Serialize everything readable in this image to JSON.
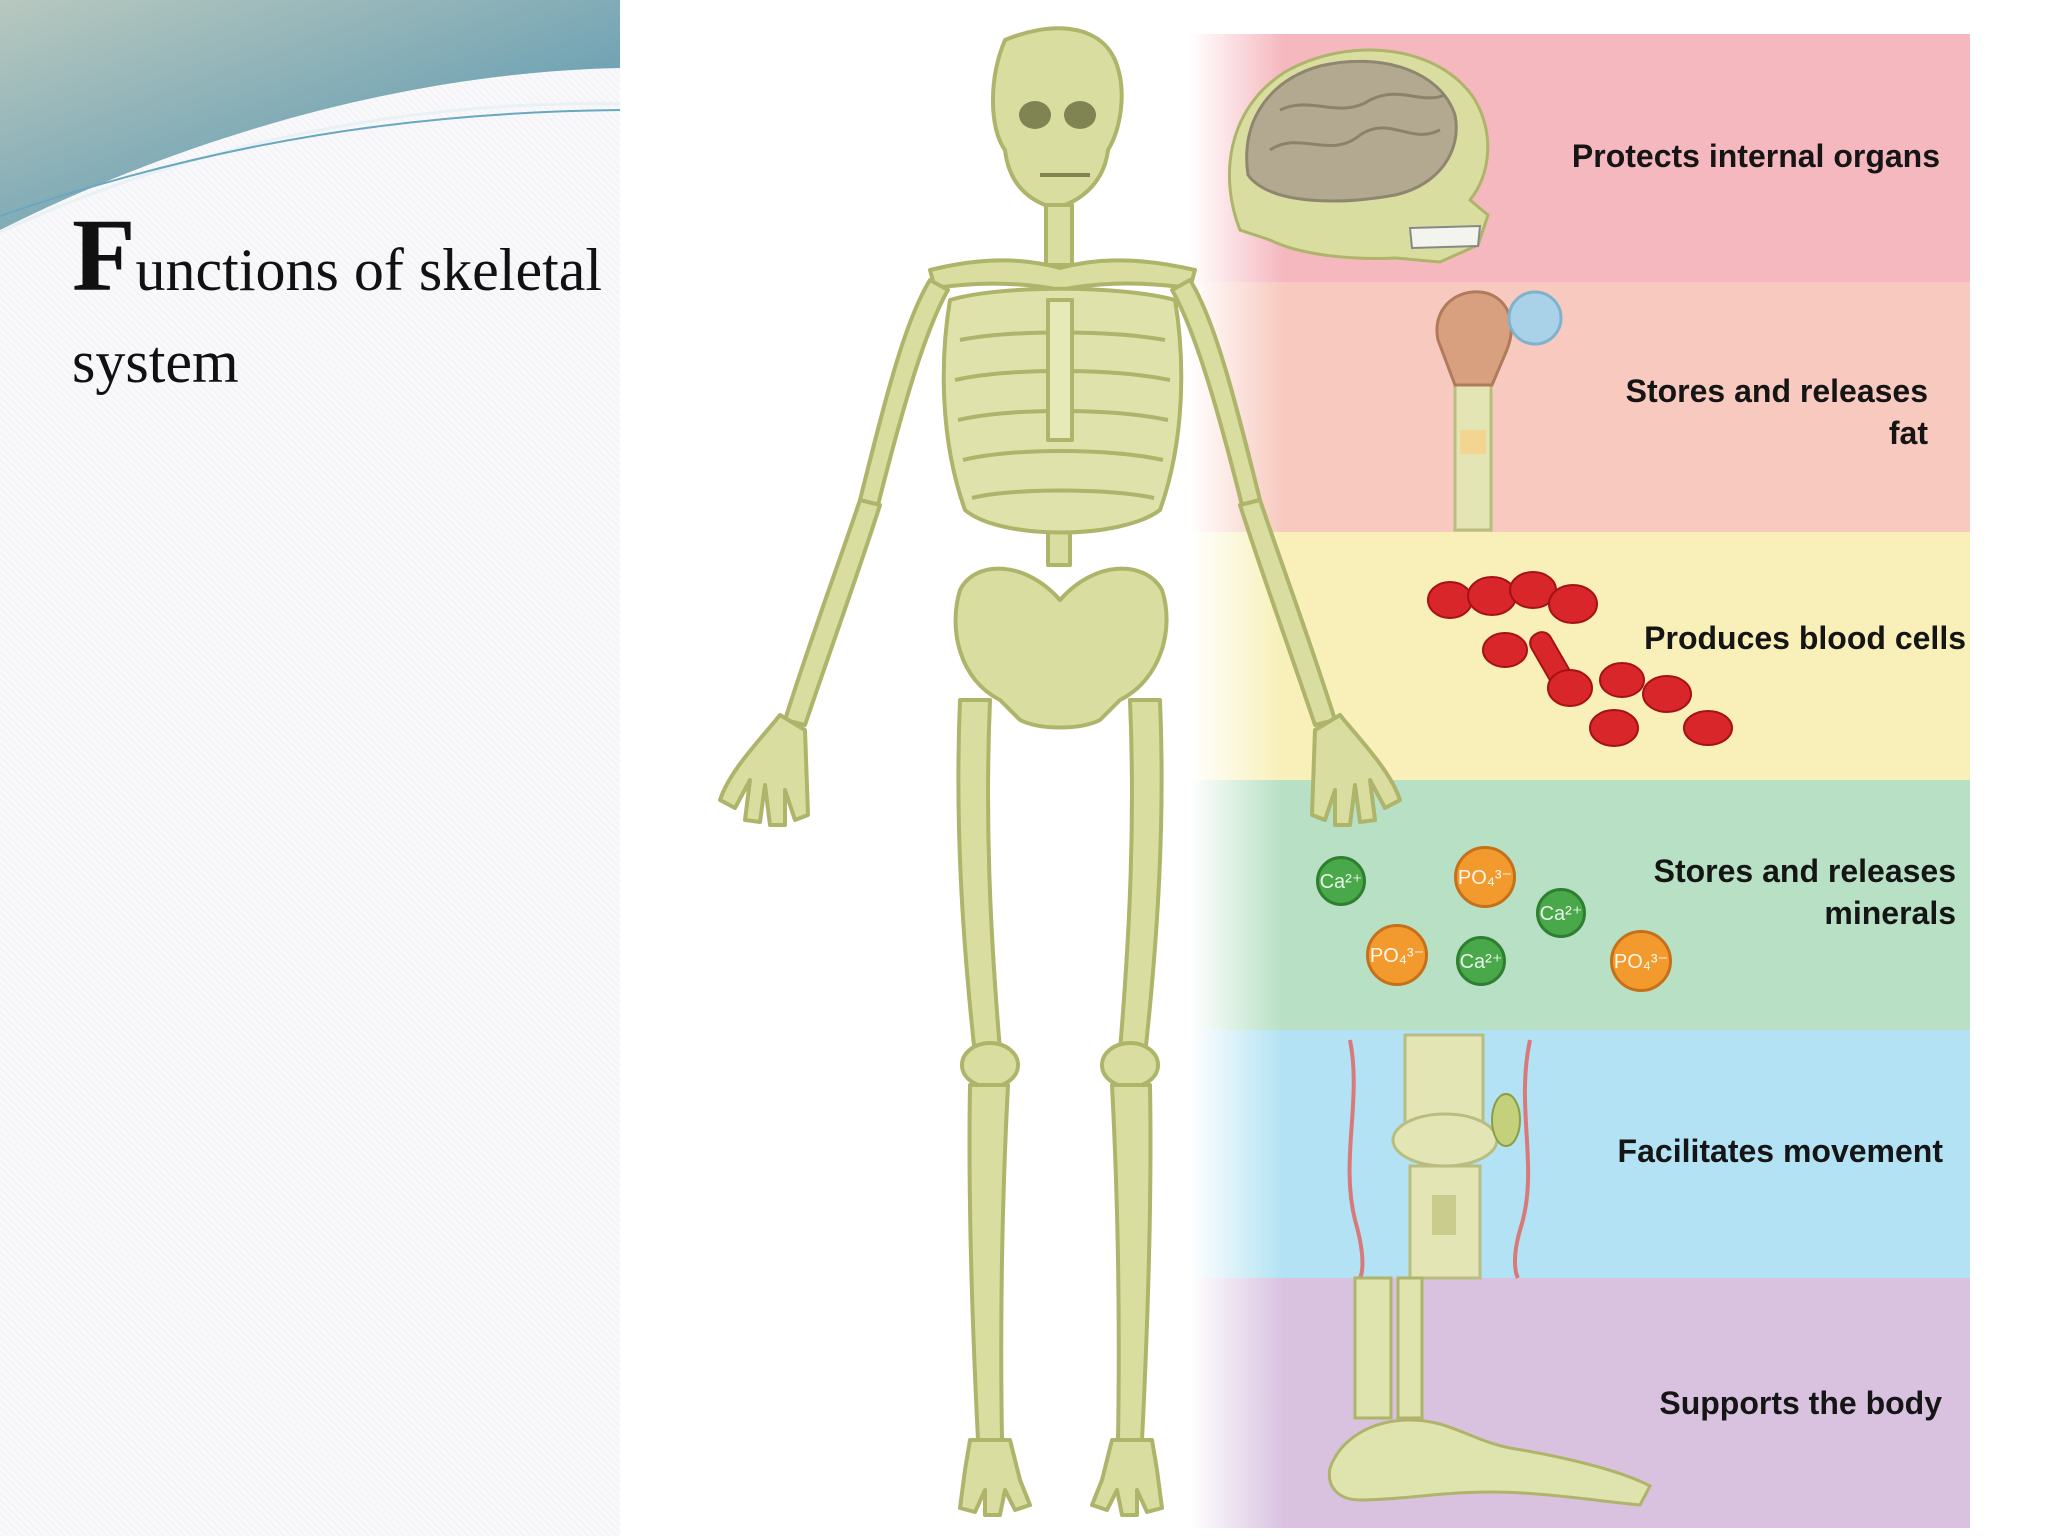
{
  "slide": {
    "title_initial": "F",
    "title_rest": "unctions of skeletal system"
  },
  "figure": {
    "bands": [
      {
        "label": "Protects internal organs",
        "color": "#f5b8bf"
      },
      {
        "label": "Stores and releases\nfat",
        "color": "#f8c9be"
      },
      {
        "label": "Produces blood cells",
        "color": "#f8f0b8"
      },
      {
        "label": "Stores and releases\nminerals",
        "color": "#b7e0c4"
      },
      {
        "label": "Facilitates movement",
        "color": "#b2e2f3"
      },
      {
        "label": "Supports the body",
        "color": "#d9c2e0"
      }
    ],
    "ions": {
      "calcium": "Ca²⁺",
      "phosphate": "PO₄³⁻"
    }
  },
  "colors": {
    "bone": "#d9dea0",
    "bone_outline": "#aeb46a",
    "blood_cell": "#d8262b",
    "swoosh_top": "#b7c7c1",
    "swoosh_bottom": "#3f88a8"
  }
}
